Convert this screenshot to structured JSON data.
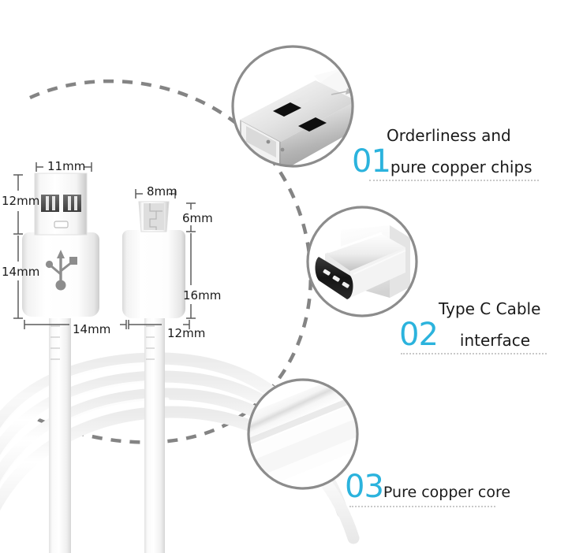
{
  "product": {
    "type": "usb-cable-infographic",
    "background_color": "#ffffff",
    "accent_color": "#2BB3DD",
    "outline_color": "#8c8c8c",
    "text_color": "#1a1a1a"
  },
  "callouts": [
    {
      "number": "01",
      "line1": "Orderliness and",
      "line2": "pure copper chips",
      "circle_subject": "usb-a-connector-closeup"
    },
    {
      "number": "02",
      "line1": "Type C Cable",
      "line2": "interface",
      "circle_subject": "type-c-connector-closeup"
    },
    {
      "number": "03",
      "line1": "Pure copper core",
      "line2": "",
      "circle_subject": "cable-core-closeup"
    }
  ],
  "dimensions": {
    "usb_a": {
      "plug_width": "11mm",
      "plug_height": "12mm",
      "housing_height": "14mm",
      "housing_width": "14mm"
    },
    "micro_usb": {
      "plug_width": "8mm",
      "plug_height": "6mm",
      "housing_height": "16mm",
      "housing_width": "12mm"
    }
  },
  "labels": {
    "usb_logo": "usb-trident-logo"
  }
}
